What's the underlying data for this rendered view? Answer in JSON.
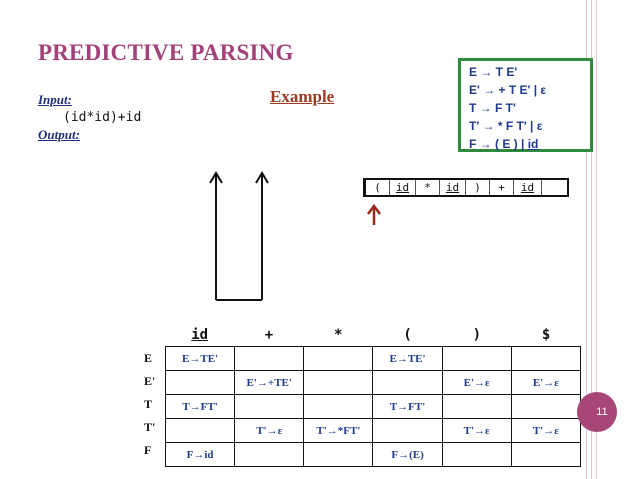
{
  "slide": {
    "title": "PREDICTIVE PARSING",
    "input_label": "Input:",
    "input_value": "(id*id)+id",
    "output_label": "Output:",
    "example_label": "Example",
    "slide_number": "11"
  },
  "grammar": [
    "E  →  T E'",
    "E'  →  + T E'  |  ε",
    "T  →  F T'",
    "T'  →  * F T'  |  ε",
    "F  →  ( E )  |  id"
  ],
  "input_tokens": [
    "(",
    "id",
    "*",
    "id",
    ")",
    "+",
    "id",
    ""
  ],
  "table": {
    "headers": [
      "id",
      "+",
      "*",
      "(",
      ")",
      "$"
    ],
    "rows": [
      {
        "nt": "E",
        "cells": [
          "E→TE'",
          "",
          "",
          "E→TE'",
          "",
          ""
        ]
      },
      {
        "nt": "E'",
        "cells": [
          "",
          "E'→+TE'",
          "",
          "",
          "E'→ε",
          "E'→ε"
        ]
      },
      {
        "nt": "T",
        "cells": [
          "T→FT'",
          "",
          "",
          "T→FT'",
          "",
          ""
        ]
      },
      {
        "nt": "T'",
        "cells": [
          "",
          "T'→ε",
          "T'→*FT'",
          "",
          "T'→ε",
          "T'→ε"
        ]
      },
      {
        "nt": "F",
        "cells": [
          "F→id",
          "",
          "",
          "F→(E)",
          "",
          ""
        ]
      }
    ]
  },
  "colors": {
    "title": "#a3417a",
    "grammar_border": "#2f8a3d",
    "arrow": "#9b2a1a",
    "badge": "#a64778"
  }
}
